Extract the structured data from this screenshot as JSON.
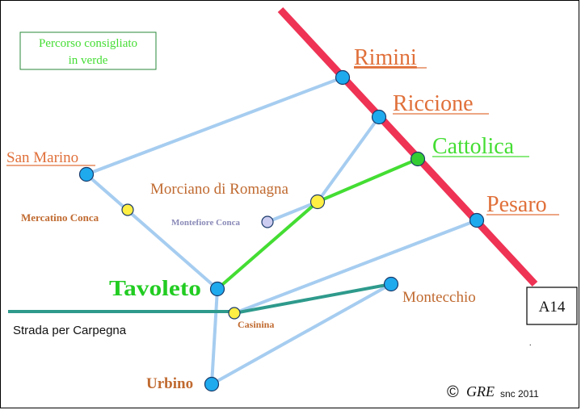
{
  "legend": {
    "line1": "Percorso consigliato",
    "line2": "in verde"
  },
  "towns": {
    "rimini": "Rimini",
    "riccione": "Riccione",
    "cattolica": "Cattolica",
    "pesaro": "Pesaro",
    "san_marino": "San Marino",
    "morciano": "Morciano di Romagna",
    "mercatino": "Mercatino Conca",
    "montefiore": "Montefiore Conca",
    "tavoleto": "Tavoleto",
    "montecchio": "Montecchio",
    "casinina": "Casinina",
    "urbino": "Urbino"
  },
  "road_label": "Strada per Carpegna",
  "highway_label": "A14",
  "copyright": {
    "symbol": "©",
    "brand": "GRE",
    "suffix": "snc 2011"
  },
  "colors": {
    "highway": "#ee3355",
    "route_blue": "#a6cdf0",
    "route_green": "#44dd33",
    "road_teal": "#2e9a8c",
    "town_blue": "#1faaee",
    "town_yellow": "#ffee44",
    "town_green": "#33cc33",
    "town_lilac": "#ccccf0",
    "label_orange": "#e0703a",
    "label_brown": "#c06a30",
    "label_green": "#22cc22"
  }
}
